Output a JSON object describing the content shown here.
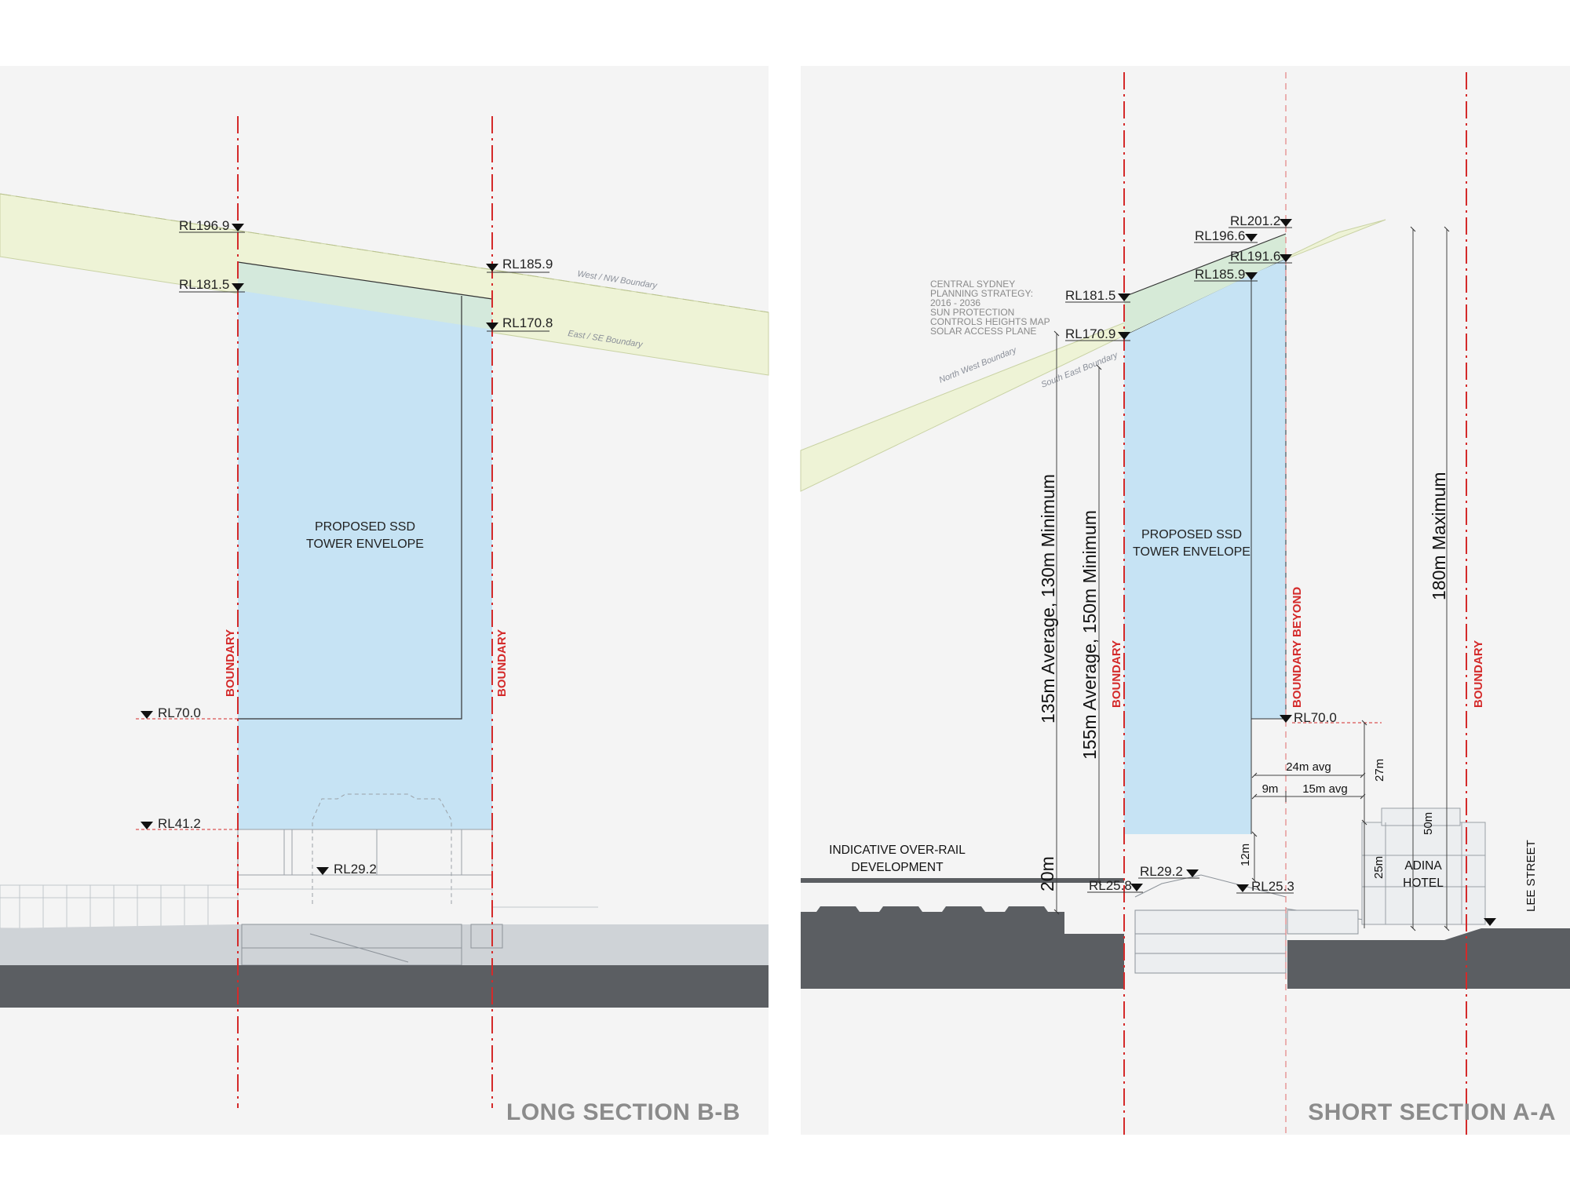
{
  "colors": {
    "panel_bg": "#f4f4f4",
    "boundary_red": "#d42a2a",
    "envelope_blue": "#c6e3f4",
    "solar_plane": "#eef3d6",
    "ground_dark": "#5b5e62",
    "ground_light": "#cfd3d7"
  },
  "long_section": {
    "title": "LONG SECTION B-B",
    "envelope_label_1": "PROPOSED SSD",
    "envelope_label_2": "TOWER ENVELOPE",
    "boundary_left": "BOUNDARY",
    "boundary_right": "BOUNDARY",
    "rl_labels": [
      "RL196.9",
      "RL181.5",
      "RL185.9",
      "RL170.8",
      "RL70.0",
      "RL41.2",
      "RL29.2"
    ],
    "plane_labels": [
      "West / NW Boundary",
      "East / SE Boundary"
    ]
  },
  "short_section": {
    "title": "SHORT SECTION A-A",
    "envelope_label_1": "PROPOSED SSD",
    "envelope_label_2": "TOWER ENVELOPE",
    "boundary_left": "BOUNDARY",
    "boundary_beyond": "BOUNDARY BEYOND",
    "boundary_right": "BOUNDARY",
    "rl_labels": [
      "RL201.2",
      "RL196.6",
      "RL191.6",
      "RL185.9",
      "RL181.5",
      "RL170.9",
      "RL70.0",
      "RL29.2",
      "RL25.8",
      "RL25.3"
    ],
    "strategy_note": [
      "CENTRAL SYDNEY",
      "PLANNING STRATEGY:",
      "2016 - 2036",
      "SUN PROTECTION",
      "CONTROLS HEIGHTS MAP",
      "SOLAR ACCESS PLANE"
    ],
    "plane_labels": [
      "North West Boundary",
      "South East Boundary"
    ],
    "dim_labels": {
      "d135": "135m  Average, 130m  Minimum",
      "d155": "155m  Average, 150m  Minimum",
      "d180": "180m  Maximum",
      "d20": "20m",
      "d12": "12m",
      "d24": "24m avg",
      "d9": "9m",
      "d15": "15m avg",
      "d27": "27m",
      "d50": "50m",
      "d25": "25m"
    },
    "over_rail_1": "INDICATIVE OVER-RAIL",
    "over_rail_2": "DEVELOPMENT",
    "adina_1": "ADINA",
    "adina_2": "HOTEL",
    "lee_street": "LEE STREET"
  }
}
